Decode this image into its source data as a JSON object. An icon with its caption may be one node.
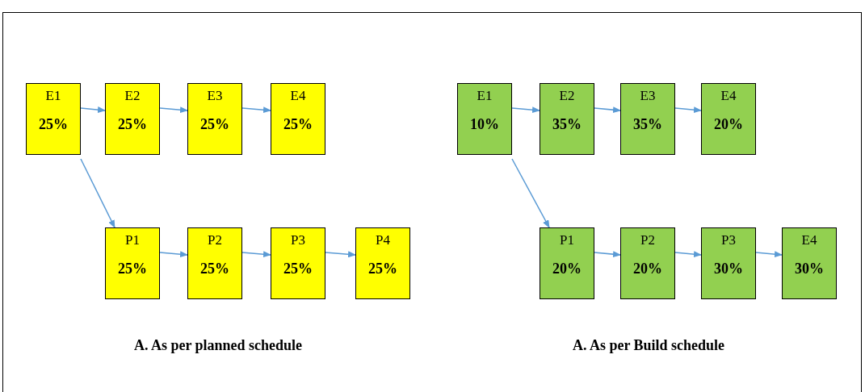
{
  "diagram": {
    "nodes": [
      {
        "text": [
          "E1",
          "25%"
        ]
      },
      {
        "text": [
          "E2",
          "25%"
        ]
      },
      {
        "text": [
          "E3",
          "25%"
        ]
      },
      {
        "text": [
          "E4",
          "25%"
        ]
      },
      {
        "text": [
          "P1",
          "25%"
        ]
      },
      {
        "text": [
          "P2",
          "25%"
        ]
      },
      {
        "text": [
          "P3",
          "25%"
        ]
      },
      {
        "text": [
          "P4",
          "25%"
        ]
      },
      {
        "text": [
          "E1",
          "10%"
        ]
      },
      {
        "text": [
          "E2",
          "35%"
        ]
      },
      {
        "text": [
          "E3",
          "35%"
        ]
      },
      {
        "text": [
          "E4",
          "20%"
        ]
      },
      {
        "text": [
          "P1",
          "20%"
        ]
      },
      {
        "text": [
          "P2",
          "20%"
        ]
      },
      {
        "text": [
          "P3",
          "30%"
        ]
      },
      {
        "text": [
          "E4",
          "30%"
        ]
      }
    ],
    "edges": [
      {
        "from": 0,
        "to": 1,
        "arrow": "to"
      },
      {
        "from": 1,
        "to": 2,
        "arrow": "to"
      },
      {
        "from": 2,
        "to": 3,
        "arrow": "to"
      },
      {
        "from": 0,
        "to": 4,
        "arrow": "to"
      },
      {
        "from": 4,
        "to": 5,
        "arrow": "to"
      },
      {
        "from": 5,
        "to": 6,
        "arrow": "to"
      },
      {
        "from": 6,
        "to": 7,
        "arrow": "to"
      },
      {
        "from": 8,
        "to": 9,
        "arrow": "to"
      },
      {
        "from": 9,
        "to": 10,
        "arrow": "to"
      },
      {
        "from": 10,
        "to": 11,
        "arrow": "to"
      },
      {
        "from": 8,
        "to": 12,
        "arrow": "to"
      },
      {
        "from": 12,
        "to": 13,
        "arrow": "to"
      },
      {
        "from": 13,
        "to": 14,
        "arrow": "to"
      },
      {
        "from": 14,
        "to": 15,
        "arrow": "to"
      }
    ],
    "labels": [
      "A. As per planned schedule",
      "A. As per Build schedule"
    ]
  }
}
